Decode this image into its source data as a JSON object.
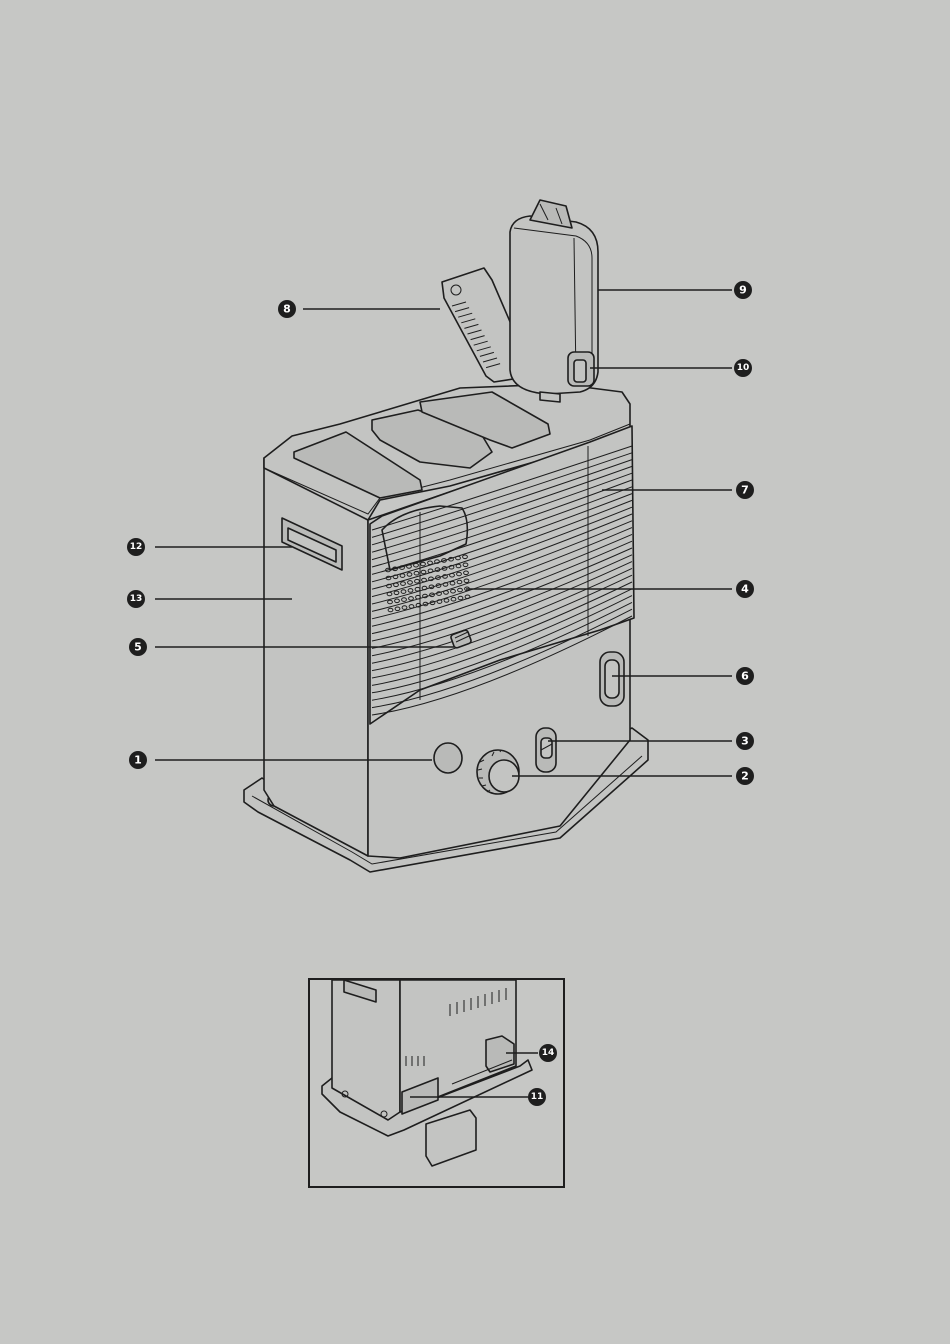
{
  "callouts": [
    {
      "id": "1",
      "label": "1"
    },
    {
      "id": "2",
      "label": "2"
    },
    {
      "id": "3",
      "label": "3"
    },
    {
      "id": "4",
      "label": "4"
    },
    {
      "id": "5",
      "label": "5"
    },
    {
      "id": "6",
      "label": "6"
    },
    {
      "id": "7",
      "label": "7"
    },
    {
      "id": "8",
      "label": "8"
    },
    {
      "id": "9",
      "label": "9"
    },
    {
      "id": "10",
      "label": "10"
    },
    {
      "id": "11",
      "label": "11"
    },
    {
      "id": "12",
      "label": "12"
    },
    {
      "id": "13",
      "label": "13"
    },
    {
      "id": "14",
      "label": "14"
    }
  ],
  "colors": {
    "background": "#c6c7c5",
    "line": "#1e1e1e",
    "badge": "#1e1e1e",
    "badge_text": "#ffffff"
  }
}
